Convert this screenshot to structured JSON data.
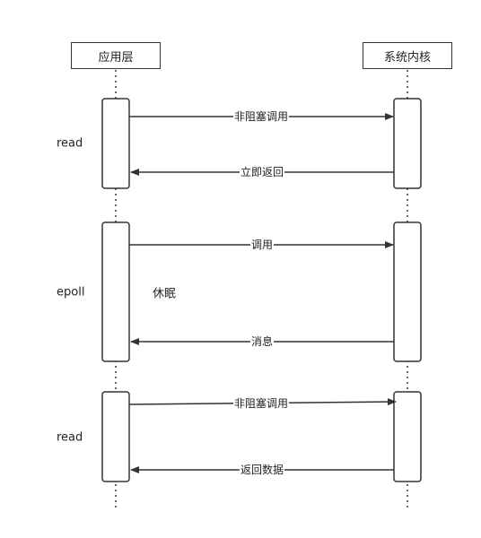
{
  "actors": {
    "app": "应用层",
    "kernel": "系统内核"
  },
  "phases": [
    {
      "label": "read",
      "messages": [
        {
          "text": "非阻塞调用",
          "direction": "app-to-kernel"
        },
        {
          "text": "立即返回",
          "direction": "kernel-to-app"
        }
      ]
    },
    {
      "label": "epoll",
      "note": "休眠",
      "messages": [
        {
          "text": "调用",
          "direction": "app-to-kernel"
        },
        {
          "text": "消息",
          "direction": "kernel-to-app"
        }
      ]
    },
    {
      "label": "read",
      "messages": [
        {
          "text": "非阻塞调用",
          "direction": "app-to-kernel"
        },
        {
          "text": "返回数据",
          "direction": "kernel-to-app"
        }
      ]
    }
  ],
  "colors": {
    "line": "#333333",
    "fill": "#ffffff"
  }
}
